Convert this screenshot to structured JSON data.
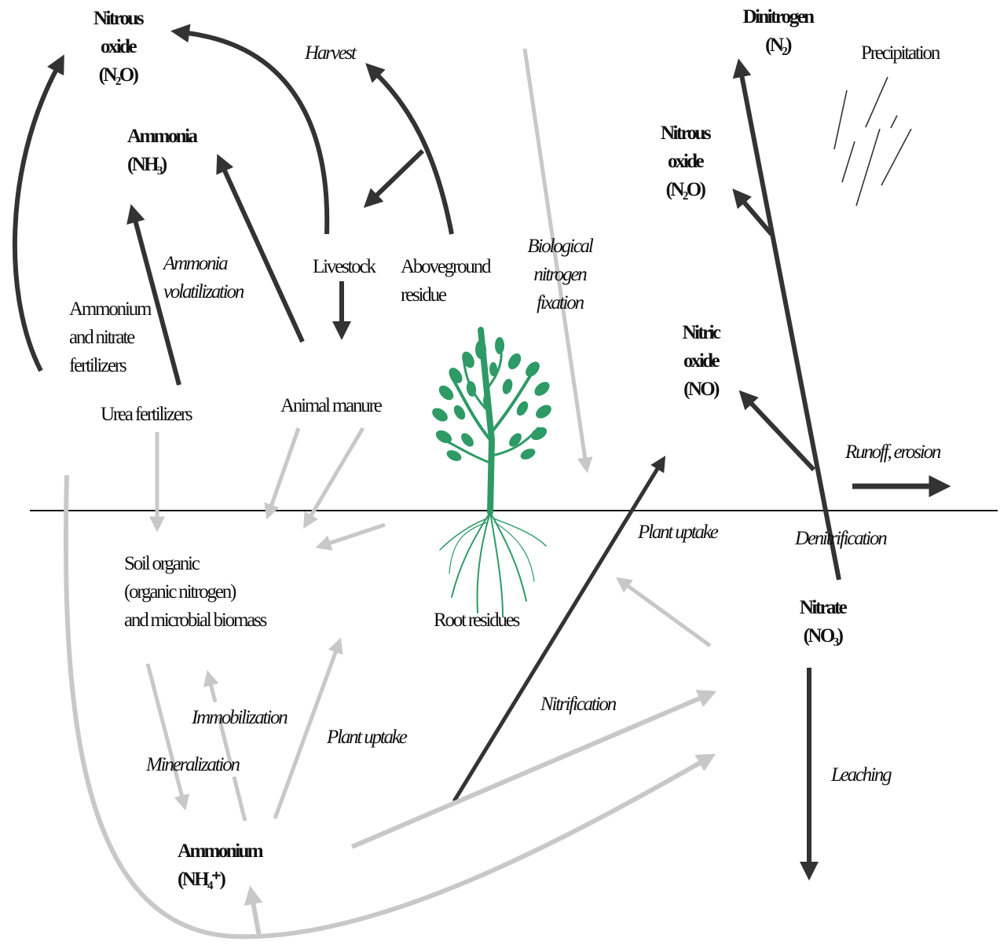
{
  "colors": {
    "dark": "#333333",
    "light": "#c8c8c8",
    "tree": "#2e9a66",
    "text": "#111111"
  },
  "labels": {
    "nitrous_oxide_top": [
      "Nitrous",
      "oxide",
      "(N₂O)"
    ],
    "ammonia": [
      "Ammonia",
      "(NH₃)"
    ],
    "harvest": "Harvest",
    "dinitrogen": [
      "Dinitrogen",
      "(N₂)"
    ],
    "precipitation": "Precipitation",
    "nitrous_oxide_right": [
      "Nitrous",
      "oxide",
      "(N₂O)"
    ],
    "ammonia_volatilization": [
      "Ammonia",
      "volatilization"
    ],
    "livestock": "Livestock",
    "aboveground_residue": [
      "Aboveground",
      "residue"
    ],
    "biological_nitrogen_fixation": [
      "Biological",
      "nitrogen",
      "fixation"
    ],
    "ammonium_nitrate_fertilizers": [
      "Ammonium",
      "and nitrate",
      "fertilizers"
    ],
    "nitric_oxide": [
      "Nitric",
      "oxide",
      "(NO)"
    ],
    "urea_fertilizers": "Urea fertilizers",
    "animal_manure": "Animal manure",
    "runoff_erosion": "Runoff, erosion",
    "plant_uptake_right": "Plant uptake",
    "denitrification": "Denitrification",
    "soil_organic": [
      "Soil organic",
      "(organic nitrogen)",
      "and microbial biomass"
    ],
    "root_residues": "Root residues",
    "nitrate": [
      "Nitrate",
      "(NO₃)"
    ],
    "nitrification": "Nitrification",
    "immobilization": "Immobilization",
    "plant_uptake_left": "Plant uptake",
    "mineralization": "Mineralization",
    "leaching": "Leaching",
    "ammonium": [
      "Ammonium",
      "(NH₄⁺)"
    ]
  }
}
